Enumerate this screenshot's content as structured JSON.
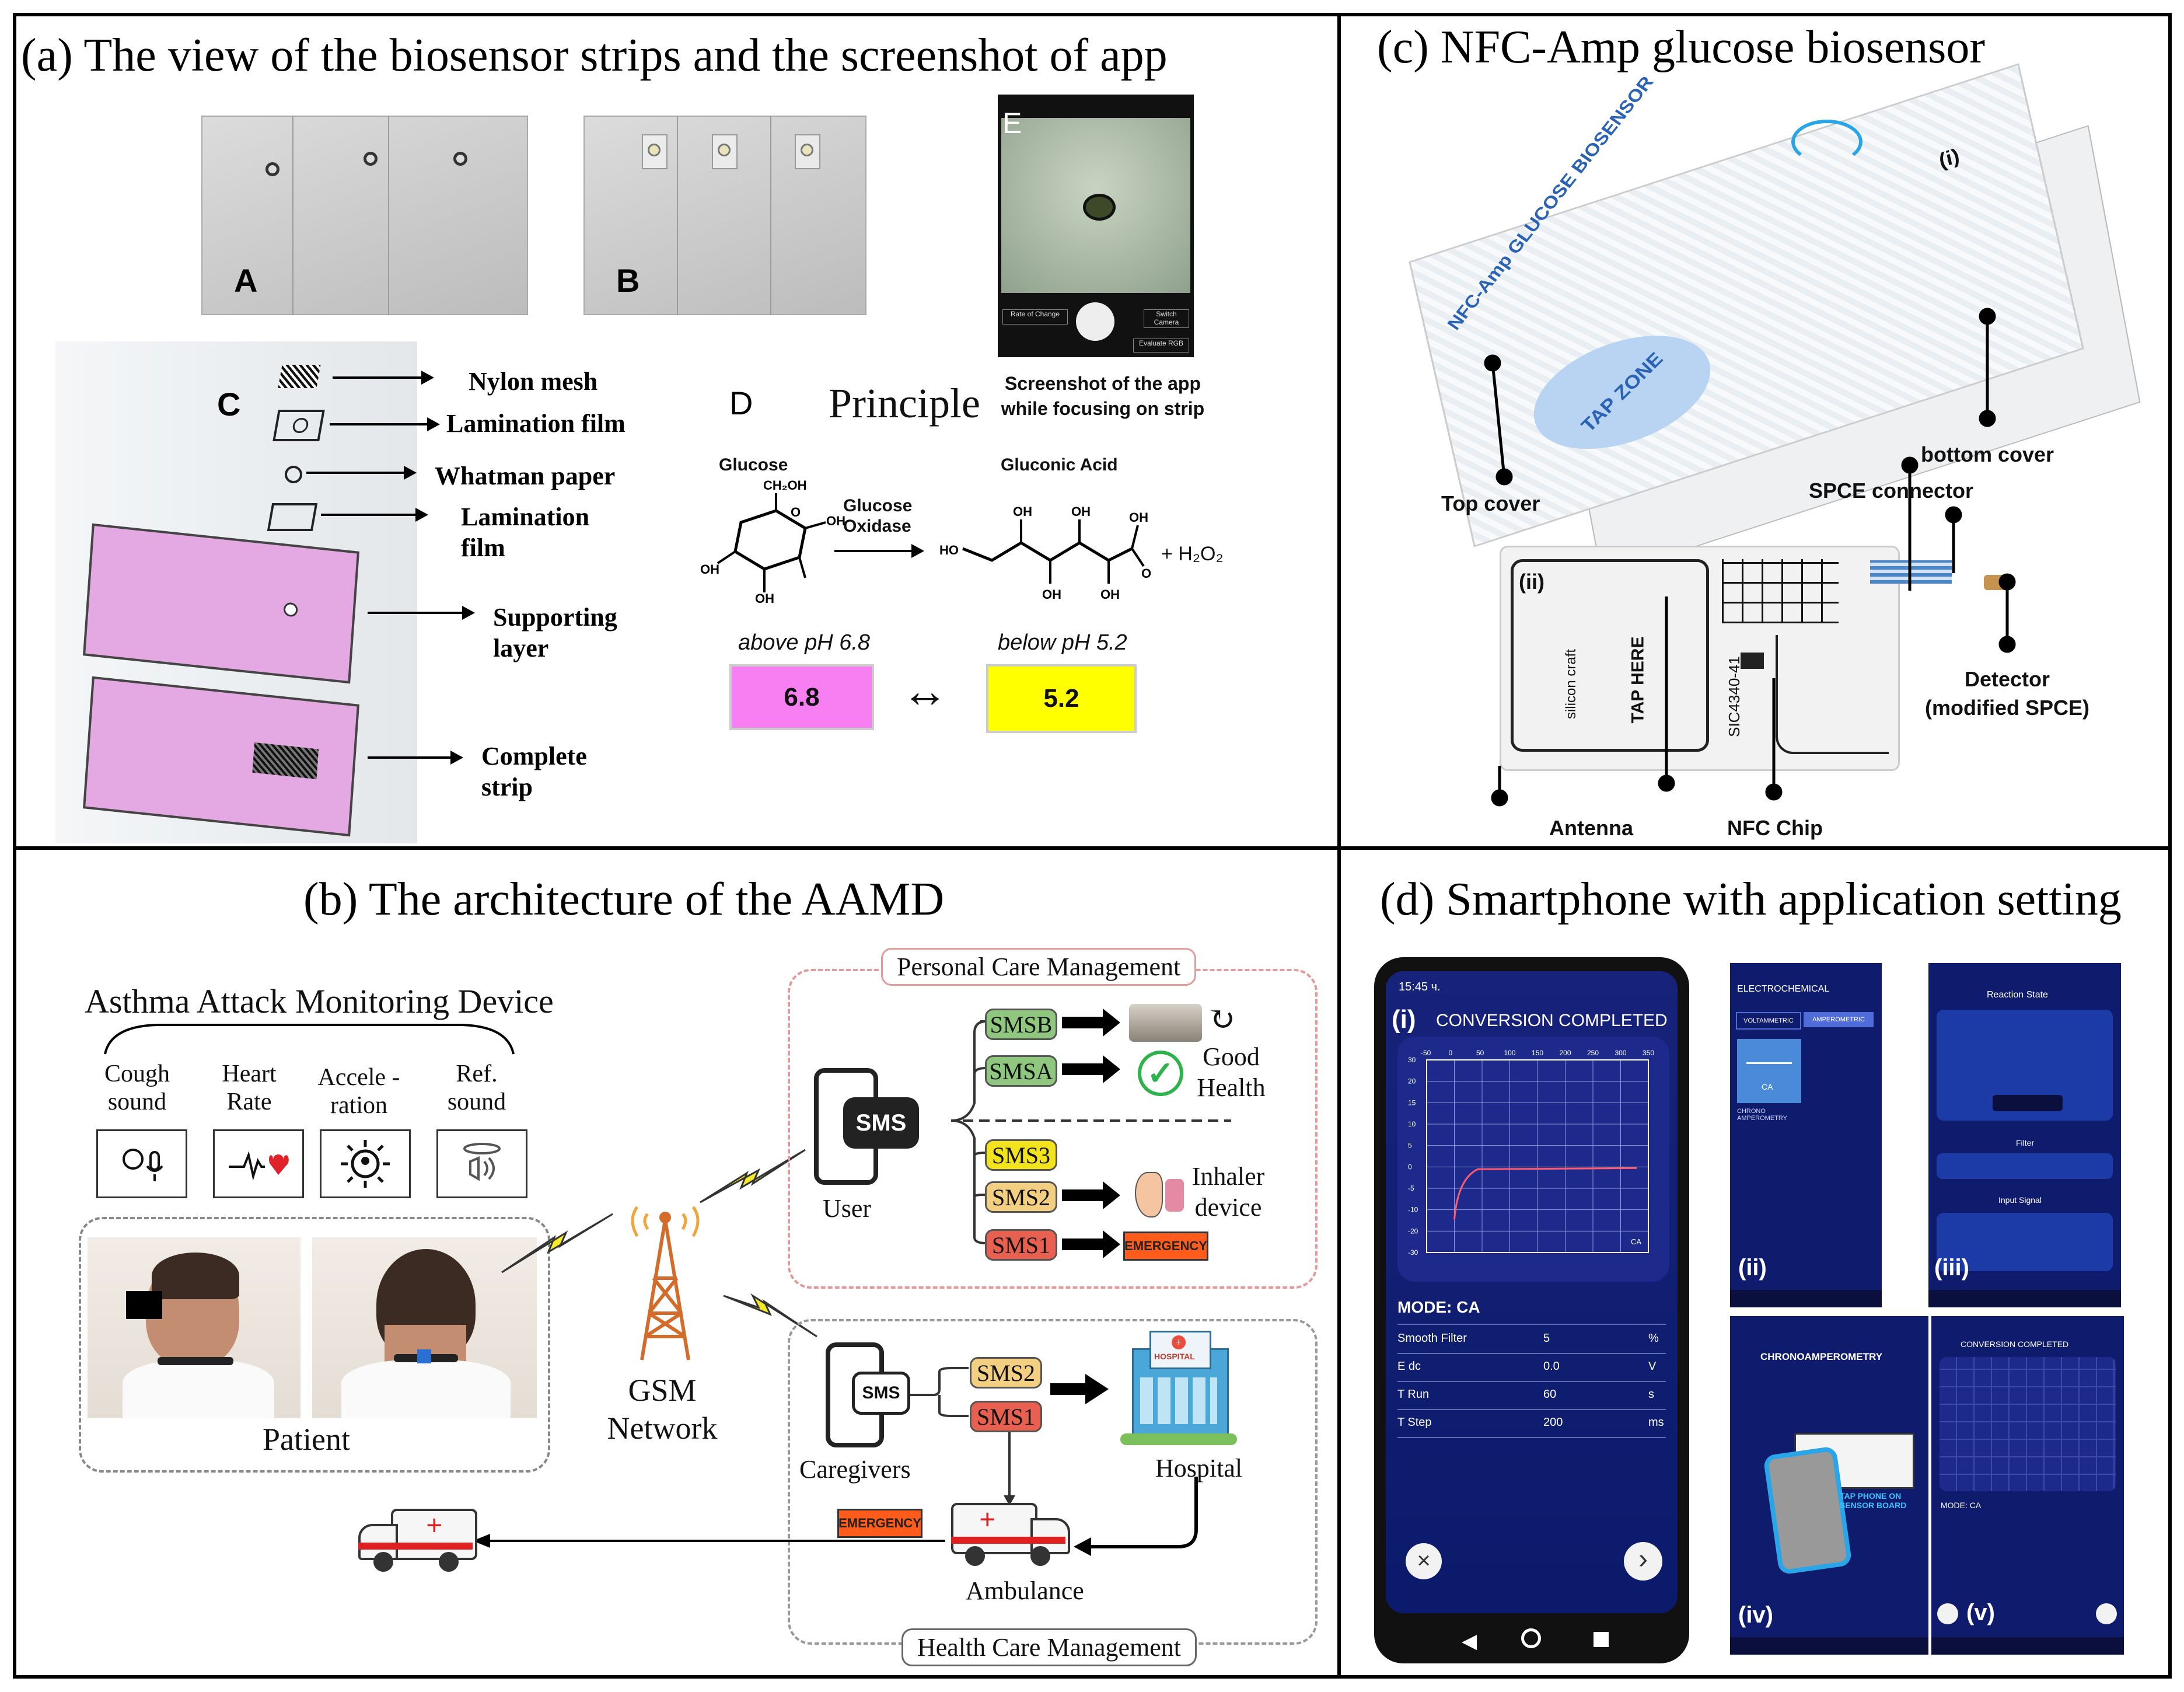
{
  "panel_a": {
    "title": "(a) The view of the biosensor strips and the screenshot of app",
    "label_A": "A",
    "label_B": "B",
    "label_C": "C",
    "label_D": "D",
    "label_E": "E",
    "layers": [
      "Nylon mesh",
      "Lamination film",
      "Whatman paper",
      "Lamination film",
      "Supporting layer",
      "Complete strip"
    ],
    "principle": "Principle",
    "app_caption": "Screenshot of the app while focusing on strip",
    "app_buttons": {
      "rate": "Rate of Change",
      "switch": "Switch Camera",
      "evaluate": "Evaluate RGB"
    },
    "reaction": {
      "glucose": "Glucose",
      "ch2oh": "CH₂OH",
      "enzyme": "Glucose Oxidase",
      "gluconic": "Gluconic Acid",
      "h2o2": "+ H₂O₂",
      "ho": "HO",
      "oh": "OH",
      "o": "O"
    },
    "ph_high_label": "above pH 6.8",
    "ph_high_value": "6.8",
    "ph_low_label": "below pH 5.2",
    "ph_low_value": "5.2",
    "ph_arrow": "↔",
    "colors": {
      "pink": "#f77ff2",
      "yellow": "#ffff00",
      "strip": "#e4a9e2"
    }
  },
  "panel_b": {
    "title": "(b) The architecture of the AAMD",
    "device_title": "Asthma Attack Monitoring Device",
    "sensors": [
      "Cough sound",
      "Heart Rate",
      "Accele -ration",
      "Ref. sound"
    ],
    "patient": "Patient",
    "network": "GSM Network",
    "personal": "Personal Care Management",
    "health": "Health Care Management",
    "user": "User",
    "sms_icon": "SMS",
    "user_sms": [
      "SMSB",
      "SMSA",
      "SMS3",
      "SMS2",
      "SMS1"
    ],
    "good_health": "Good Health",
    "inhaler": "Inhaler device",
    "emergency": "EMERGENCY",
    "caregivers": "Caregivers",
    "care_sms": [
      "SMS2",
      "SMS1"
    ],
    "hospital": "Hospital",
    "hospital_sign": "HOSPITAL",
    "ambulance": "Ambulance",
    "colors": {
      "smsb": "#8fc77e",
      "sms3": "#f3e31c",
      "sms2": "#f3cf82",
      "sms1": "#e8604f",
      "emergency": "#ff5b1a"
    }
  },
  "panel_c": {
    "title": "(c) NFC-Amp glucose biosensor",
    "cover_text": "NFC-Amp GLUCOSE BIOSENSOR",
    "tap_zone": "TAP ZONE",
    "tap_here": "TAP HERE",
    "label_i": "(i)",
    "label_ii": "(ii)",
    "labels": {
      "top_cover": "Top cover",
      "bottom_cover": "bottom cover",
      "spce_connector": "SPCE connector",
      "detector": "Detector (modified SPCE)",
      "antenna": "Antenna",
      "nfc_chip": "NFC Chip"
    },
    "board_text": "SIC4340-41",
    "vendor": "silicon craft"
  },
  "panel_d": {
    "title": "(d) Smartphone with application setting",
    "phone": {
      "time": "15:45 ч.",
      "label": "(i)",
      "header": "CONVERSION COMPLETED",
      "x_ticks": [
        "-50",
        "0",
        "50",
        "100",
        "150",
        "200",
        "250",
        "300",
        "350"
      ],
      "y_ticks": [
        "30",
        "20",
        "15",
        "10",
        "5",
        "0",
        "-5",
        "-10",
        "-20",
        "-30"
      ],
      "curve_label": "CA",
      "mode": "MODE: CA",
      "rows": [
        {
          "name": "Smooth Filter",
          "value": "5",
          "unit": "%"
        },
        {
          "name": "E dc",
          "value": "0.0",
          "unit": "V"
        },
        {
          "name": "T Run",
          "value": "60",
          "unit": "s"
        },
        {
          "name": "T Step",
          "value": "200",
          "unit": "ms"
        }
      ],
      "close": "×",
      "next": "›"
    },
    "screen_ii": {
      "label": "(ii)",
      "header": "ELECTROCHEMICAL",
      "tab1": "VOLTAMMETRIC",
      "tab2": "AMPEROMETRIC",
      "ca": "CA",
      "sub": "CHRONO AMPEROMETRY"
    },
    "screen_iii": {
      "label": "(iii)",
      "header": "Reaction State",
      "filter": "Filter",
      "input": "Input Signal"
    },
    "screen_iv": {
      "label": "(iv)",
      "header": "CHRONOAMPEROMETRY",
      "tap": "TAP PHONE ON SENSOR BOARD"
    },
    "screen_v": {
      "label": "(v)",
      "header": "CONVERSION COMPLETED",
      "mode": "MODE: CA"
    }
  }
}
